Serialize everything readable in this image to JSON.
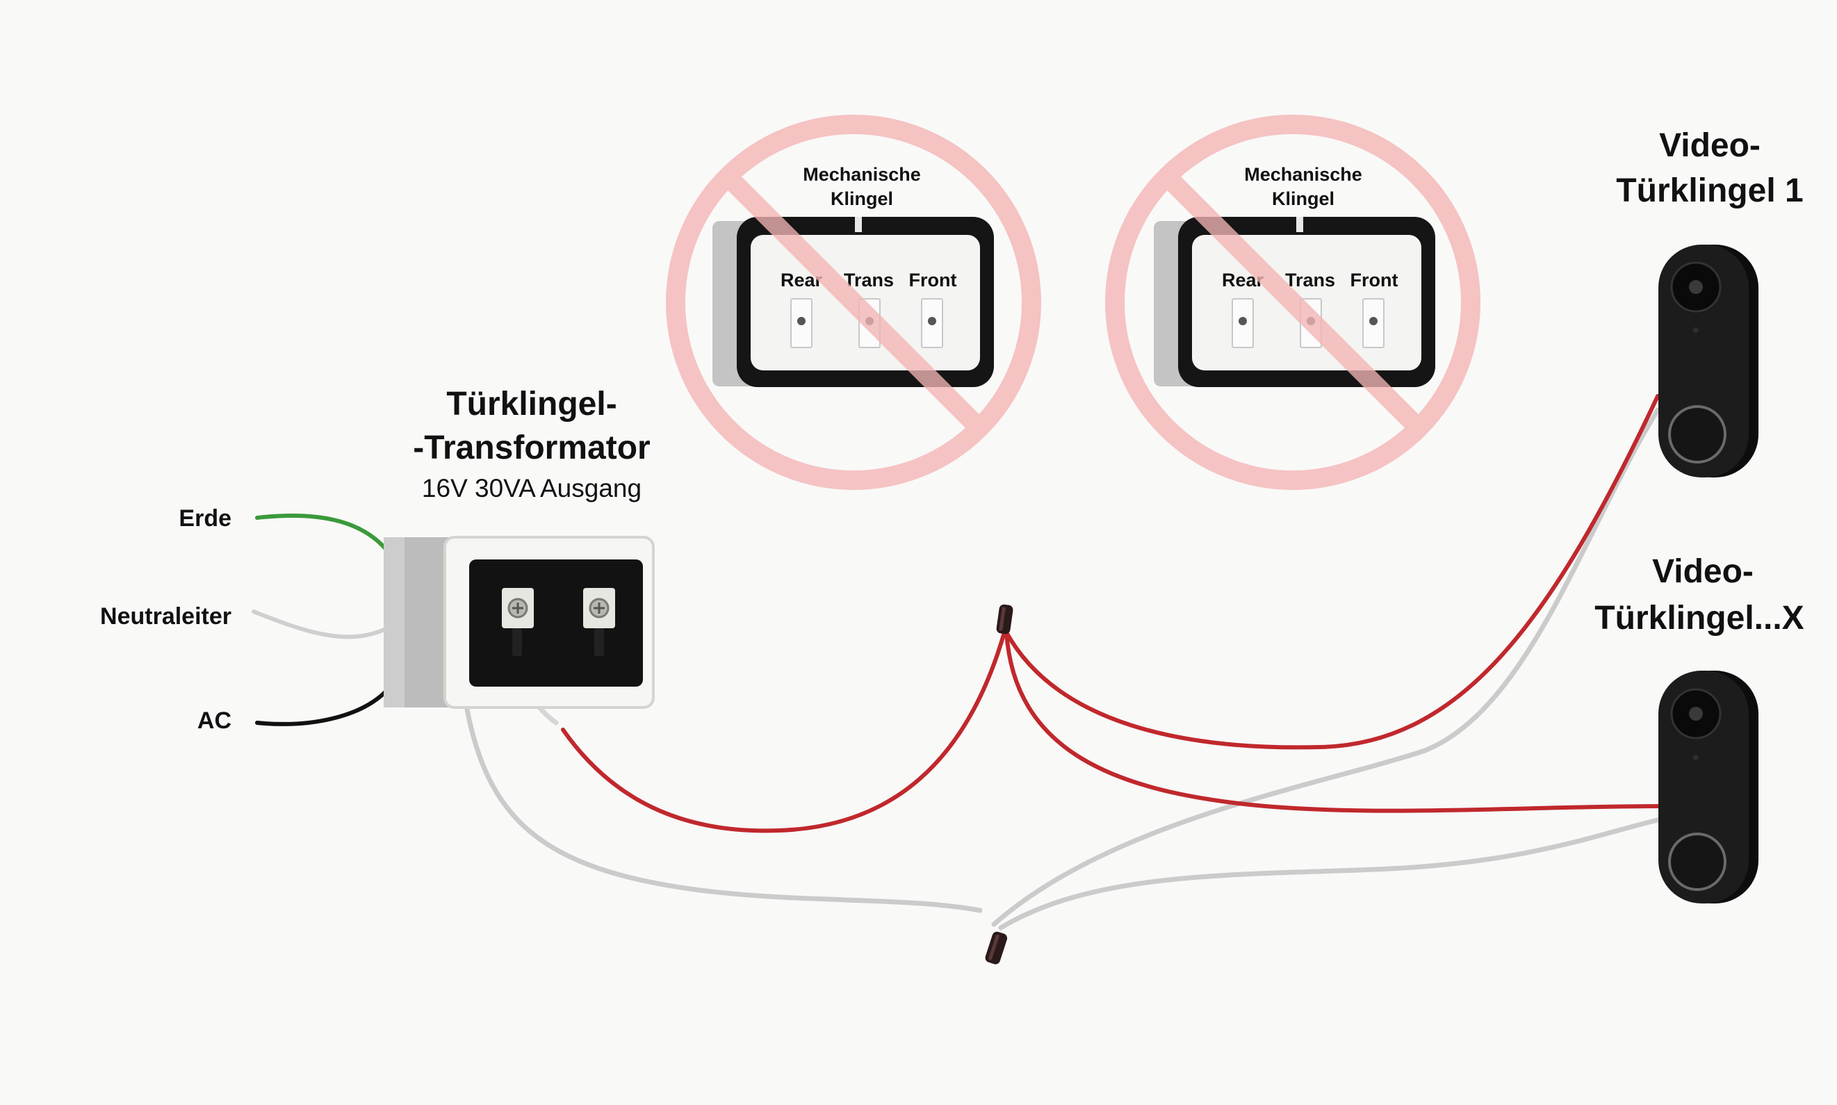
{
  "mains": {
    "ground_label": "Erde",
    "neutral_label": "Neutraleiter",
    "ac_label": "AC"
  },
  "transformer": {
    "title_line1": "Türklingel-",
    "title_line2": "-Transformator",
    "rating": "16V 30VA Ausgang"
  },
  "mechanical_chimes": [
    {
      "title_line1": "Mechanische",
      "title_line2": "Klingel",
      "terminals": [
        "Rear",
        "Trans",
        "Front"
      ]
    },
    {
      "title_line1": "Mechanische",
      "title_line2": "Klingel",
      "terminals": [
        "Rear",
        "Trans",
        "Front"
      ]
    }
  ],
  "doorbells": [
    {
      "title_line1": "Video-",
      "title_line2": "Türklingel 1"
    },
    {
      "title_line1": "Video-",
      "title_line2": "Türklingel...X"
    }
  ],
  "colors": {
    "ground_wire": "#3a9a3a",
    "neutral_wire": "#cfcfcf",
    "ac_wire": "#111111",
    "red_wire": "#c0282c",
    "white_wire": "#cbcbcb",
    "prohibited_sign": "#f3b4b4",
    "doorbell_body": "#161616"
  },
  "icons": {
    "prohibited": "prohibited-sign-icon",
    "wire_nut": "wire-nut-icon",
    "doorbell": "video-doorbell-icon",
    "transformer": "transformer-icon",
    "chime": "mechanical-chime-icon"
  }
}
